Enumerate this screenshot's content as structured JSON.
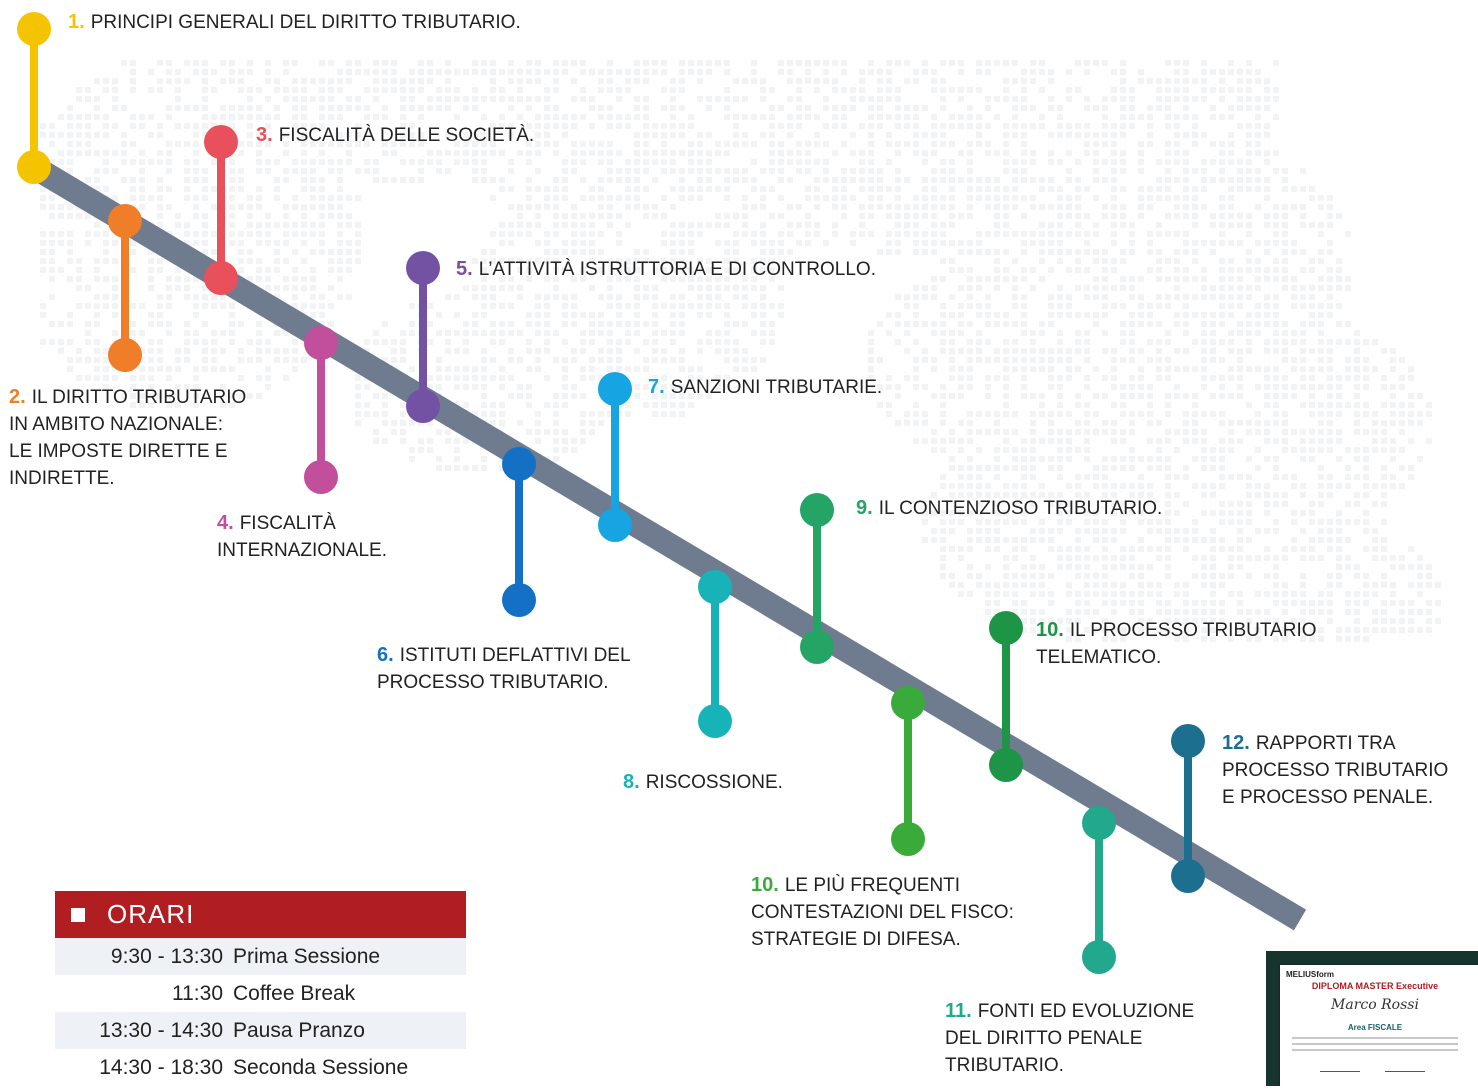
{
  "timeline": {
    "line_color": "#6f7b8f",
    "items": [
      {
        "id": "1",
        "num": "1.",
        "lines": [
          "PRINCIPI GENERALI DEL DIRITTO TRIBUTARIO."
        ],
        "color": "#f5c400"
      },
      {
        "id": "2",
        "num": "2.",
        "lines": [
          "IL DIRITTO TRIBUTARIO",
          "IN AMBITO NAZIONALE:",
          "LE IMPOSTE DIRETTE E",
          "INDIRETTE."
        ],
        "color": "#f07d28"
      },
      {
        "id": "3",
        "num": "3.",
        "lines": [
          "FISCALITÀ DELLE SOCIETÀ."
        ],
        "color": "#e8505b"
      },
      {
        "id": "4",
        "num": "4.",
        "lines": [
          "FISCALITÀ",
          "INTERNAZIONALE."
        ],
        "color": "#c14f9b"
      },
      {
        "id": "5",
        "num": "5.",
        "lines": [
          "L’ATTIVITÀ ISTRUTTORIA E DI CONTROLLO."
        ],
        "color": "#7452a3"
      },
      {
        "id": "6",
        "num": "6.",
        "lines": [
          "ISTITUTI DEFLATTIVI DEL",
          "PROCESSO TRIBUTARIO."
        ],
        "color": "#1470c4"
      },
      {
        "id": "7",
        "num": "7.",
        "lines": [
          "SANZIONI TRIBUTARIE."
        ],
        "color": "#17a4e3"
      },
      {
        "id": "8",
        "num": "8.",
        "lines": [
          "RISCOSSIONE."
        ],
        "color": "#17b3b8"
      },
      {
        "id": "9",
        "num": "9.",
        "lines": [
          "IL CONTENZIOSO TRIBUTARIO."
        ],
        "color": "#24a565"
      },
      {
        "id": "10a",
        "num": "10.",
        "lines": [
          "LE PIÙ FREQUENTI",
          "CONTESTAZIONI DEL FISCO:",
          "STRATEGIE  DI DIFESA."
        ],
        "color": "#3aab3b"
      },
      {
        "id": "10b",
        "num": "10.",
        "lines": [
          "IL PROCESSO TRIBUTARIO",
          "TELEMATICO."
        ],
        "color": "#1e9447"
      },
      {
        "id": "11",
        "num": "11.",
        "lines": [
          "FONTI ED EVOLUZIONE",
          "DEL DIRITTO PENALE",
          "TRIBUTARIO."
        ],
        "color": "#22a88c"
      },
      {
        "id": "12",
        "num": "12.",
        "lines": [
          "RAPPORTI TRA",
          "PROCESSO TRIBUTARIO",
          "E PROCESSO PENALE."
        ],
        "color": "#1d6f8f"
      }
    ]
  },
  "orari": {
    "title": "ORARI",
    "header_color": "#b01e22",
    "rows": [
      {
        "time": "9:30 - 13:30",
        "label": "Prima Sessione"
      },
      {
        "time": "11:30",
        "label": "Coffee Break"
      },
      {
        "time": "13:30 - 14:30",
        "label": "Pausa Pranzo"
      },
      {
        "time": "14:30 - 18:30",
        "label": "Seconda Sessione"
      }
    ]
  },
  "diploma": {
    "brand": "MELIUSform",
    "title": "DIPLOMA MASTER Executive",
    "name": "Marco Rossi",
    "area": "Area FISCALE"
  }
}
